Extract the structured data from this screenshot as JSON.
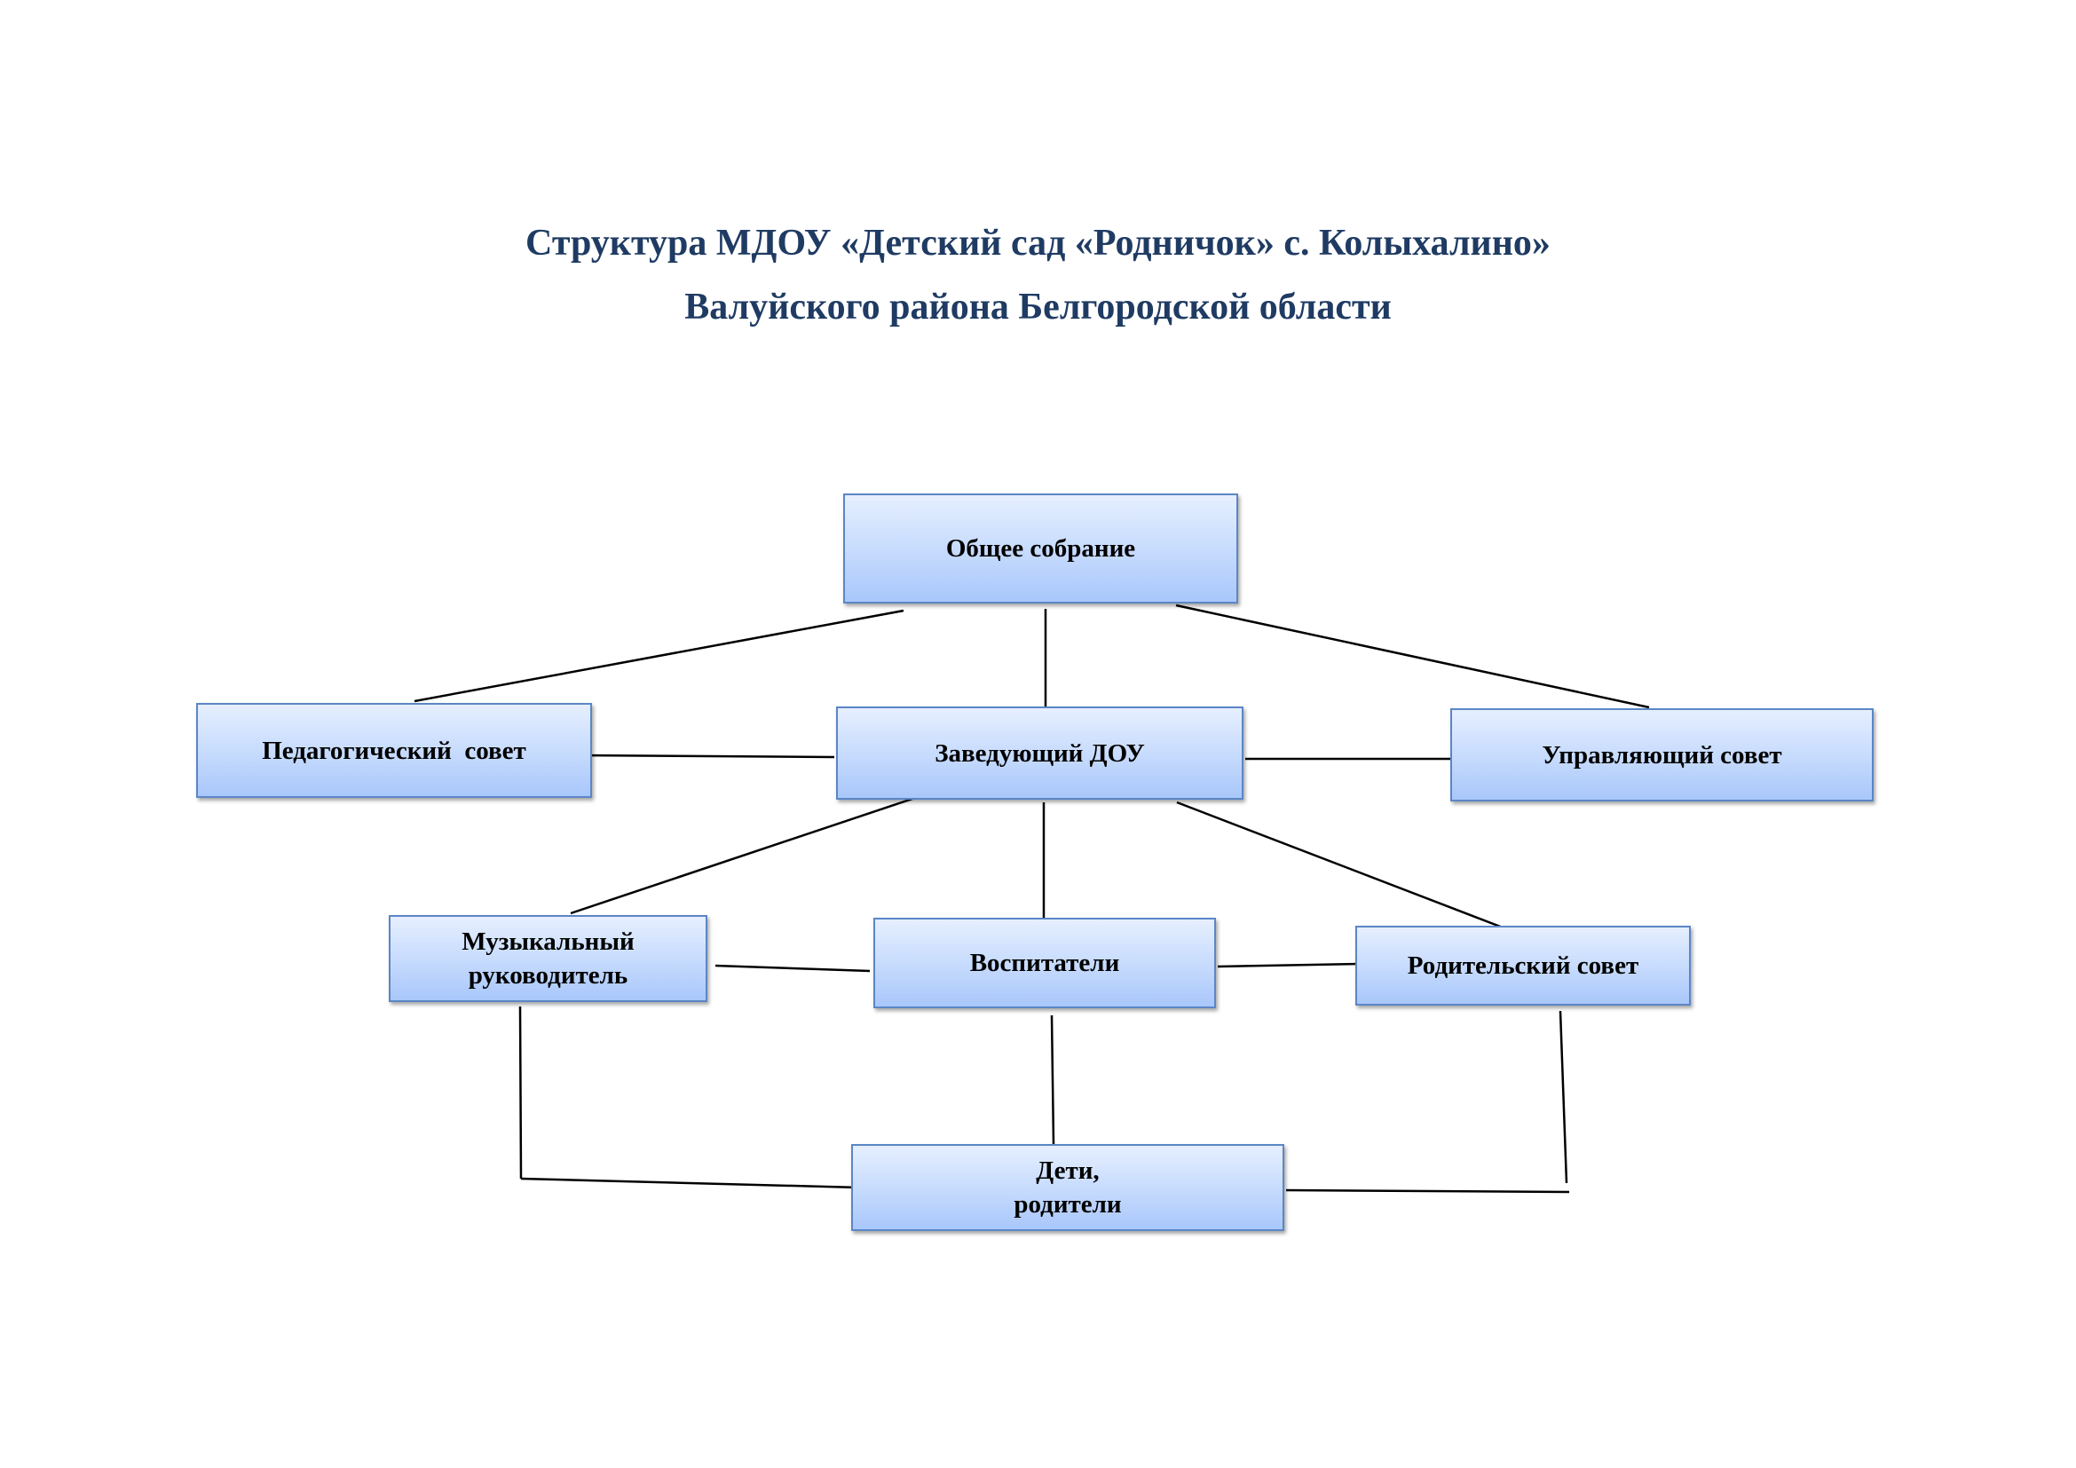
{
  "title": {
    "line1": "Структура МДОУ «Детский сад «Родничок» с. Колыхалино»",
    "line2": "Валуйского района Белгородской области"
  },
  "nodes": {
    "general_meeting": "Общее собрание",
    "pedagogical_council": "Педагогический  совет",
    "head": "Заведующий ДОУ",
    "governing_council": "Управляющий совет",
    "music_director": {
      "line1": "Музыкальный",
      "line2": "руководитель"
    },
    "educators": "Воспитатели",
    "parent_council": "Родительский совет",
    "children_parents": {
      "line1": "Дети,",
      "line2": "родители"
    }
  },
  "colors": {
    "title": "#1f3b63",
    "node_border": "#5b86c6",
    "node_fill_top": "#e6efff",
    "node_fill_bottom": "#a9c7fb",
    "connector": "#000000"
  }
}
